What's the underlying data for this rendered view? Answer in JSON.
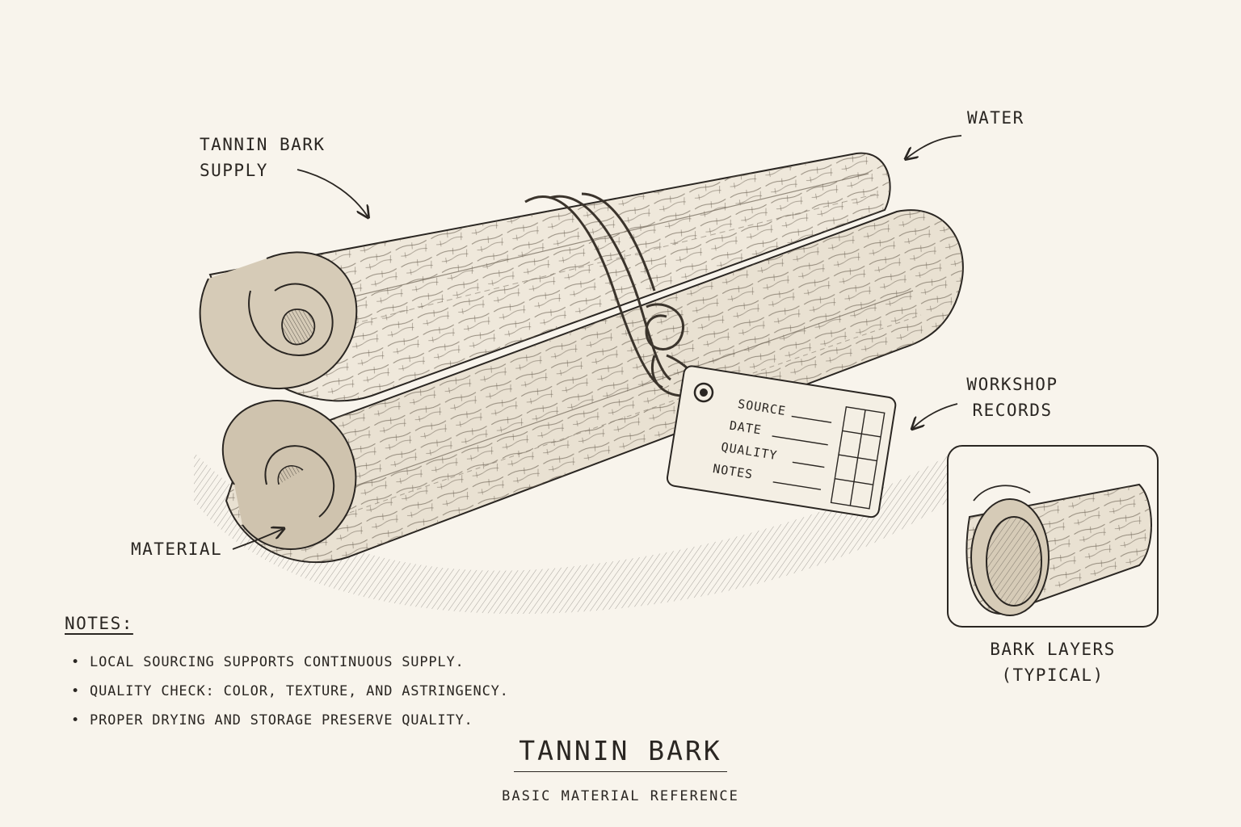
{
  "callouts": {
    "supply": [
      "TANNIN BARK",
      "SUPPLY"
    ],
    "water": "WATER",
    "records": [
      "WORKSHOP",
      "RECORDS"
    ],
    "material": "MATERIAL"
  },
  "tag": {
    "fields": [
      "SOURCE",
      "DATE",
      "QUALITY",
      "NOTES"
    ]
  },
  "inset": {
    "caption": [
      "BARK LAYERS",
      "(TYPICAL)"
    ]
  },
  "notes": {
    "heading": "NOTES:",
    "items": [
      "LOCAL SOURCING SUPPORTS CONTINUOUS SUPPLY.",
      "QUALITY CHECK: COLOR, TEXTURE, AND ASTRINGENCY.",
      "PROPER DRYING AND STORAGE PRESERVE QUALITY."
    ]
  },
  "title": {
    "main": "TANNIN BARK",
    "subtitle": "BASIC MATERIAL REFERENCE"
  },
  "colors": {
    "paper": "#f8f4ec",
    "ink": "#2a2622",
    "bark_light": "#e9e1d2",
    "bark_mid": "#cfc3ae",
    "bark_dark": "#6e6456"
  }
}
